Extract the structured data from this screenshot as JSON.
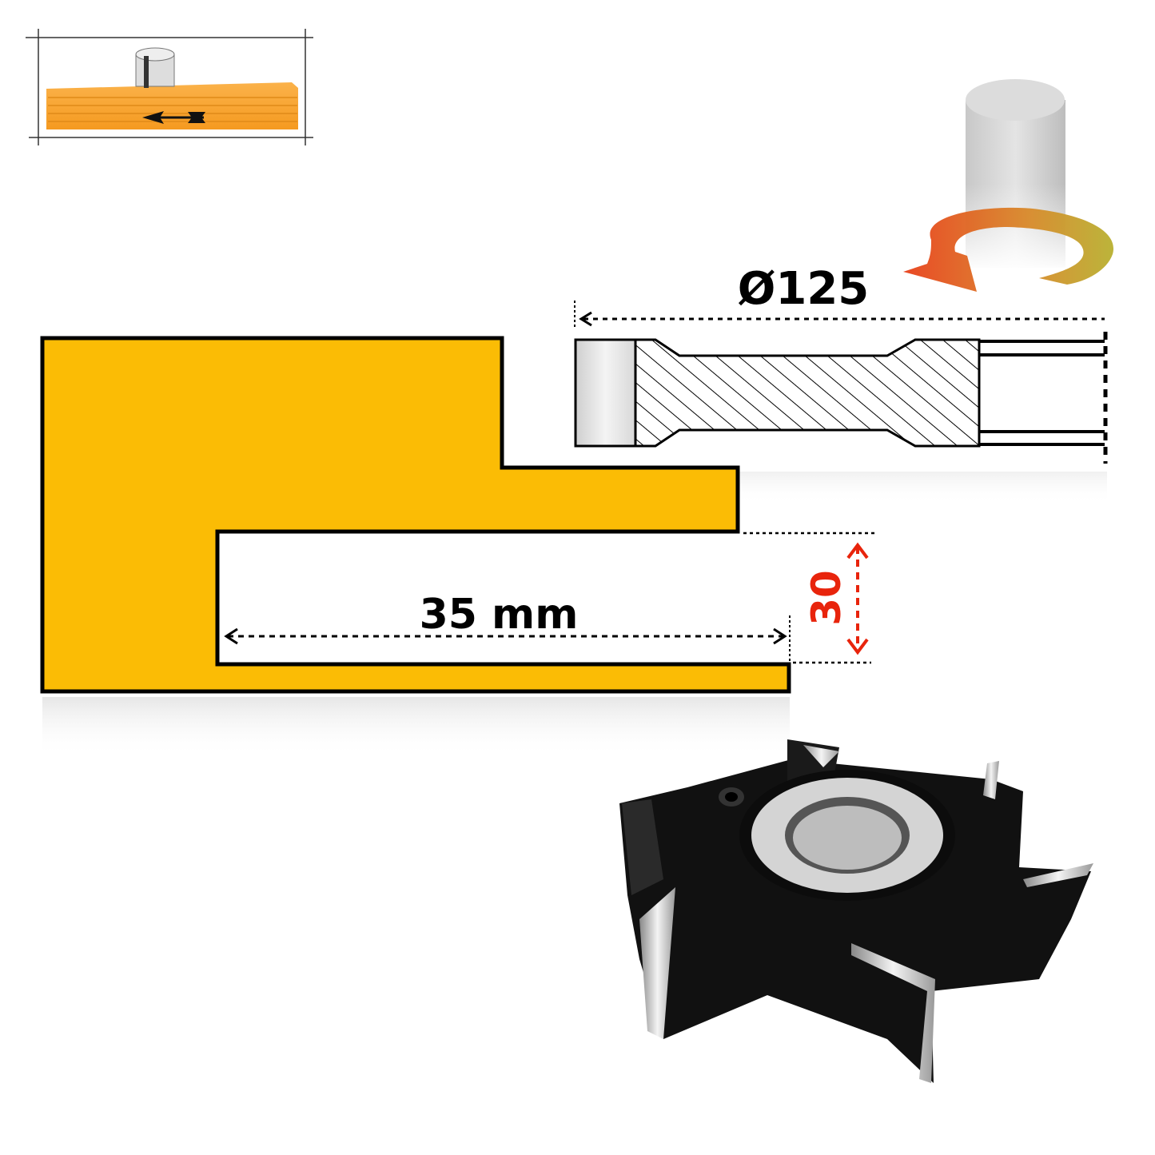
{
  "dimensions": {
    "diameter_label": "Ø125",
    "depth_label": "35 mm",
    "height_label": "30"
  },
  "colors": {
    "profile_fill": "#FBBC05",
    "outline": "#000000",
    "height_dimension": "#E8240C",
    "rotation_arrow_start": "#E8401A",
    "rotation_arrow_end": "#B8B030",
    "cutter_body": "#111111"
  },
  "icons": {
    "usage_thumbnail": "router-on-wood-feed-direction",
    "rotation": "spindle-rotation-arrow",
    "product": "rebate-cutter-photo"
  }
}
